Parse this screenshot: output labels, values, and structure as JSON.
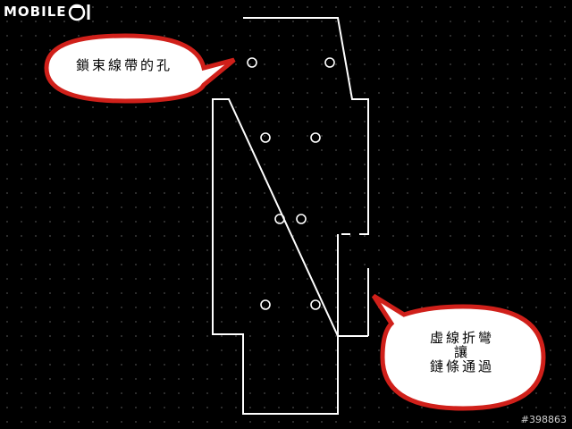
{
  "logo": {
    "text": "MOBILE",
    "suffix_glyph": "01"
  },
  "watermark": "#398863",
  "callouts": {
    "holes": {
      "text": "鎖束線帶的孔"
    },
    "fold": {
      "lines": [
        "虛線折彎",
        "讓",
        "鏈條通過"
      ]
    }
  },
  "colors": {
    "background": "#000000",
    "outline": "#ffffff",
    "bubble_fill": "#ffffff",
    "bubble_border": "#d0201a"
  }
}
